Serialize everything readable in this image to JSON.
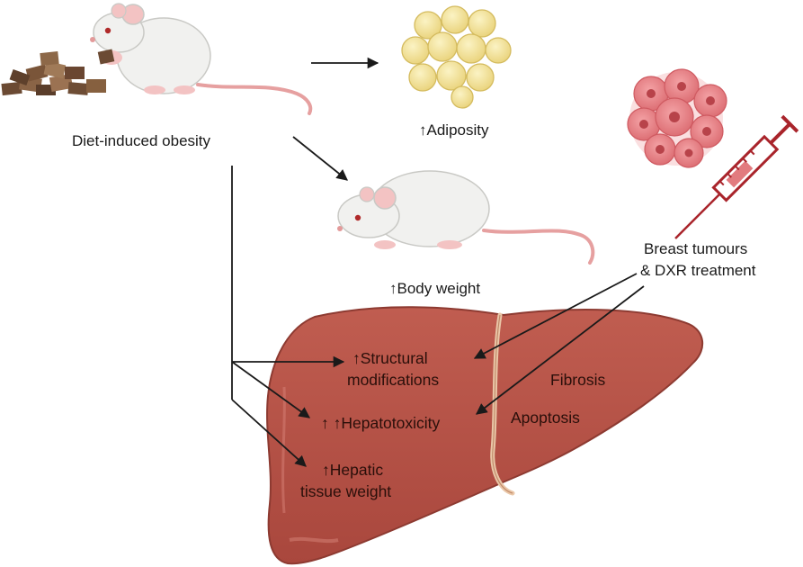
{
  "labels": {
    "diet_induced_obesity": "Diet-induced obesity",
    "adiposity": "↑Adiposity",
    "body_weight": "↑Body weight",
    "treatment_line1": "Breast tumours",
    "treatment_line2": "& DXR treatment",
    "structural_line1": "↑Structural",
    "structural_line2": "modifications",
    "hepatotoxicity": "↑ ↑Hepatotoxicity",
    "hepatic_line1": "↑Hepatic",
    "hepatic_line2": "tissue weight",
    "fibrosis": "Fibrosis",
    "apoptosis": "Apoptosis"
  },
  "icons": {
    "mouse_eating": "mouse-eating-icon",
    "food_pellets": "food-pellets-icon",
    "adipocytes": "adipocytes-icon",
    "obese_mouse": "mouse-icon",
    "tumour": "tumour-cells-icon",
    "syringe": "syringe-icon",
    "liver": "liver-icon"
  },
  "colors": {
    "liver": "#b9554a",
    "liver_dark": "#9c4238",
    "fat": "#f3e59a",
    "tumour": "#e8878c",
    "syringe": "#a9242b",
    "mouse": "#f1f1ef",
    "arrow": "#1a1a1a"
  }
}
